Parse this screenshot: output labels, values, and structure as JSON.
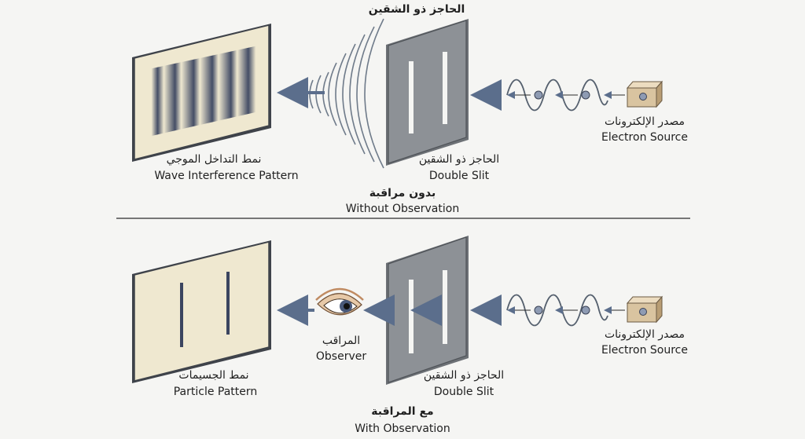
{
  "top": {
    "barrier_heading_ar": "الحاجز ذو الشقين",
    "screen_label_ar": "نمط التداخل الموجي",
    "screen_label_en": "Wave Interference Pattern",
    "slit_label_ar": "الحاجز ذو الشقين",
    "slit_label_en": "Double Slit",
    "source_label_ar": "مصدر الإلكترونات",
    "source_label_en": "Electron Source",
    "caption_ar": "بدون مراقبة",
    "caption_en": "Without Observation"
  },
  "bottom": {
    "screen_label_ar": "نمط الجسيمات",
    "screen_label_en": "Particle Pattern",
    "observer_label_ar": "المراقب",
    "observer_label_en": "Observer",
    "slit_label_ar": "الحاجز ذو الشقين",
    "slit_label_en": "Double Slit",
    "source_label_ar": "مصدر الإلكترونات",
    "source_label_en": "Electron Source",
    "caption_ar": "مع المراقبة",
    "caption_en": "With Observation"
  },
  "colors": {
    "screen_fill": "#efe8d0",
    "barrier_fill": "#8d9196",
    "fringe": "#3b4560",
    "arrow": "#5b6e8c",
    "wave": "#55606e",
    "source_box": "#d9c4a0"
  }
}
